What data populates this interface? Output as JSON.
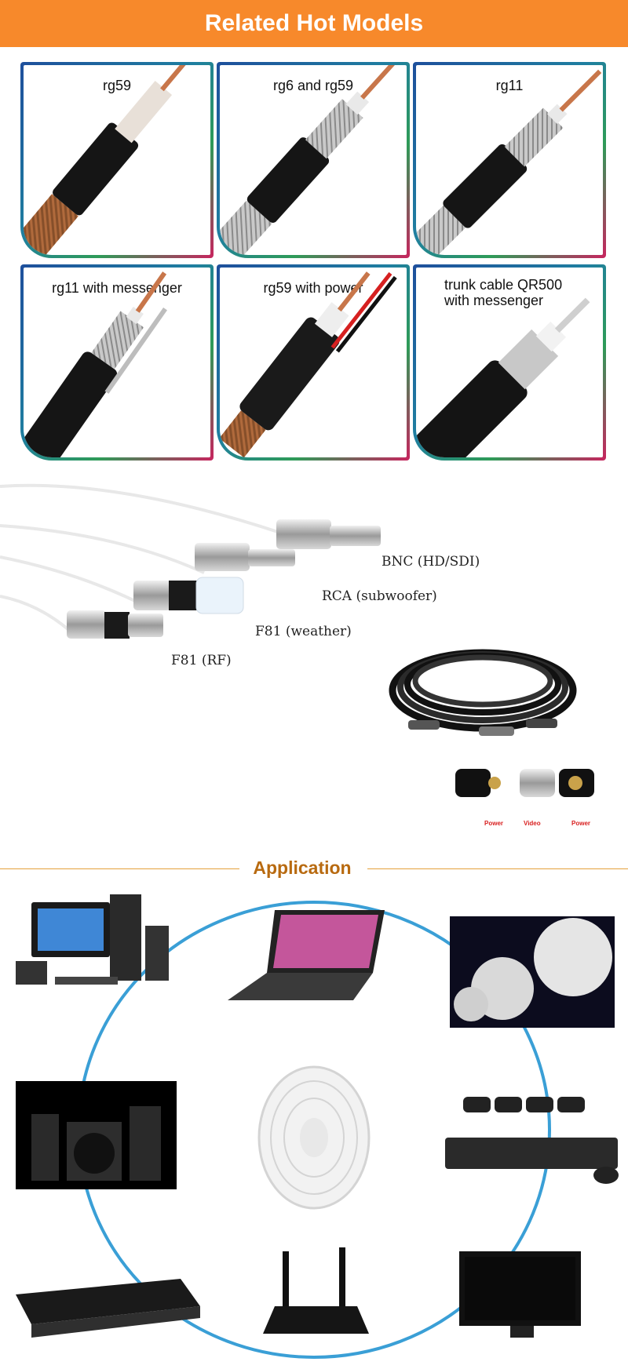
{
  "header": {
    "title": "Related Hot Models"
  },
  "products": [
    {
      "label": "rg59"
    },
    {
      "label": "rg6 and rg59"
    },
    {
      "label": "rg11"
    },
    {
      "label": "rg11 with messenger"
    },
    {
      "label": "rg59 with power"
    },
    {
      "label": "trunk cable QR500\nwith messenger"
    }
  ],
  "connectors": {
    "bnc": "BNC (HD/SDI)",
    "rca": "RCA (subwoofer)",
    "f81_weather": "F81 (weather)",
    "f81_rf": "F81 (RF)"
  },
  "cable_set": {
    "power_left": "Power",
    "video": "Video",
    "power_right": "Power"
  },
  "application": {
    "title": "Application",
    "devices": [
      "desktop-computer-icon",
      "laptop-icon",
      "satellite-dish-icon",
      "speaker-system-icon",
      "coax-cable-roll-icon",
      "cctv-dvr-icon",
      "dvr-recorder-icon",
      "wifi-router-icon",
      "television-icon"
    ]
  },
  "colors": {
    "header": "#f7892b",
    "accent": "#b86a10",
    "ring": "#3a9fd6"
  }
}
